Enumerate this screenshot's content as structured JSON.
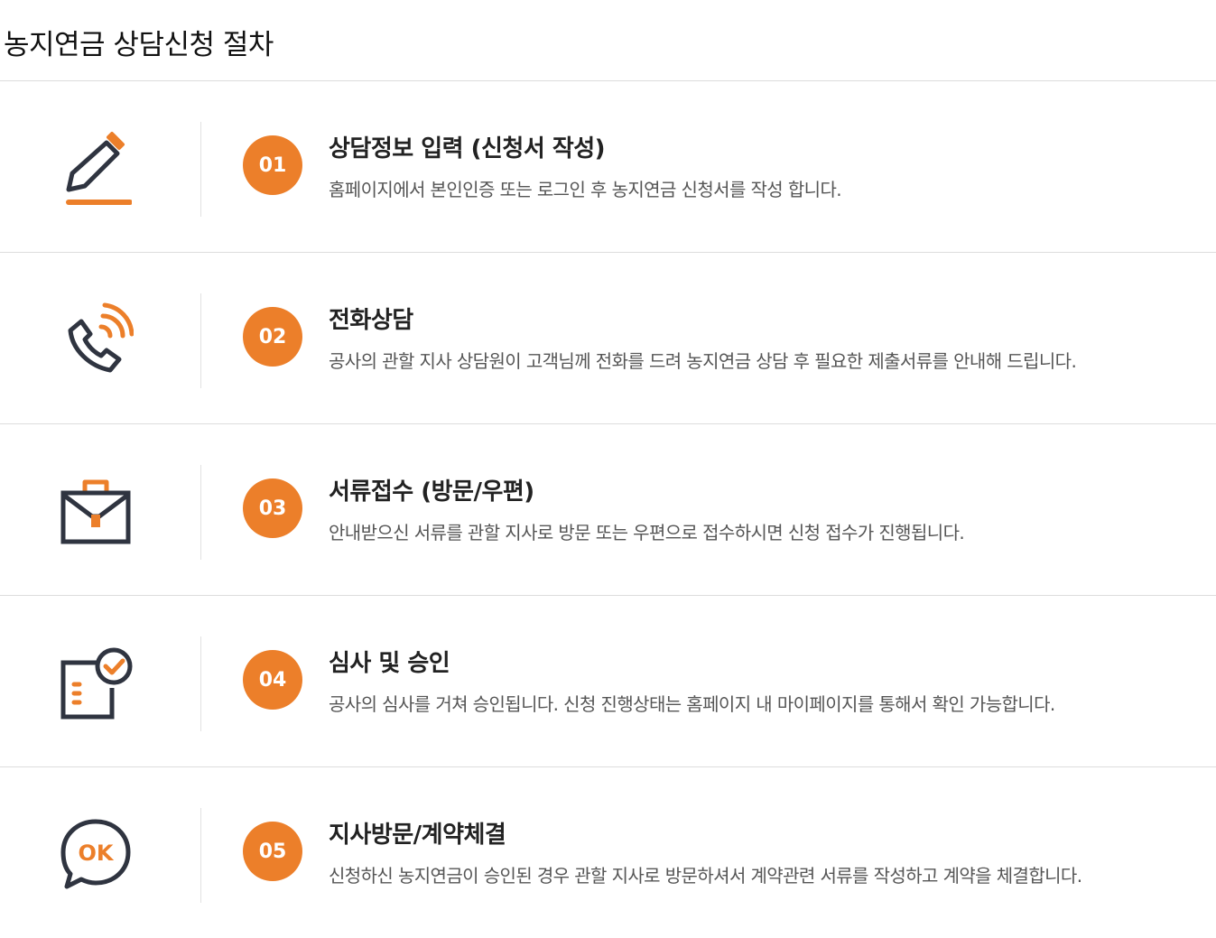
{
  "page": {
    "title": "농지연금 상담신청 절차"
  },
  "colors": {
    "accent": "#ec7f2a",
    "icon_dark": "#2f3440",
    "divider": "#dcdcdc"
  },
  "steps": [
    {
      "number": "01",
      "icon": "pencil-icon",
      "title": "상담정보 입력 (신청서 작성)",
      "desc": "홈페이지에서 본인인증 또는 로그인 후 농지연금 신청서를 작성 합니다."
    },
    {
      "number": "02",
      "icon": "phone-call-icon",
      "title": "전화상담",
      "desc": "공사의 관할 지사 상담원이 고객님께 전화를 드려 농지연금 상담 후 필요한 제출서류를 안내해 드립니다."
    },
    {
      "number": "03",
      "icon": "briefcase-icon",
      "title": "서류접수 (방문/우편)",
      "desc": "안내받으신 서류를 관할 지사로 방문 또는 우편으로 접수하시면 신청 접수가 진행됩니다."
    },
    {
      "number": "04",
      "icon": "document-check-icon",
      "title": "심사 및 승인",
      "desc": "공사의 심사를 거쳐 승인됩니다. 신청 진행상태는 홈페이지 내 마이페이지를 통해서 확인 가능합니다."
    },
    {
      "number": "05",
      "icon": "ok-speech-bubble-icon",
      "ok_text": "OK",
      "title": "지사방문/계약체결",
      "desc": "신청하신 농지연금이 승인된 경우 관할 지사로 방문하셔서 계약관련 서류를 작성하고 계약을 체결합니다."
    }
  ]
}
